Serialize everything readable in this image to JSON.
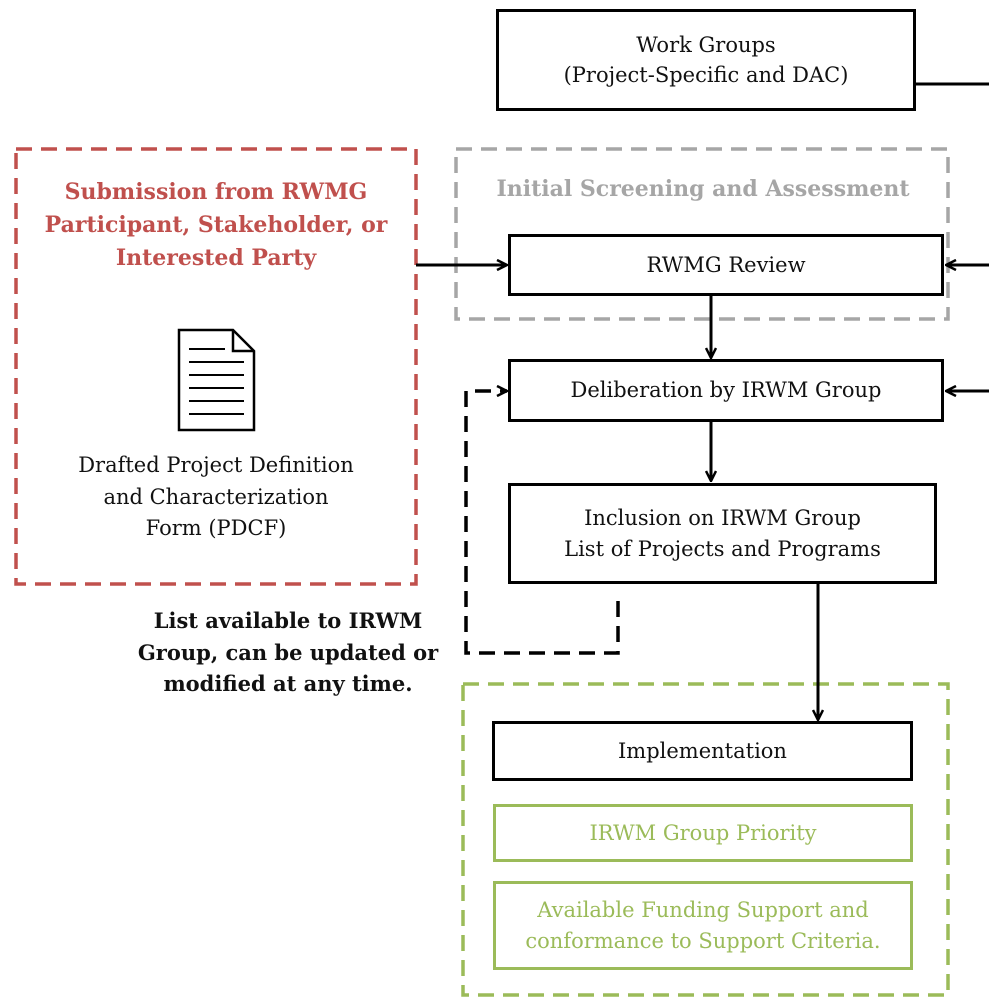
{
  "boxes": {
    "work_groups_line1": "Work Groups",
    "work_groups_line2": "(Project-Specific and DAC)",
    "rwmg_review": "RWMG Review",
    "deliberation": "Deliberation by IRWM Group",
    "inclusion_line1": "Inclusion on IRWM Group",
    "inclusion_line2": "List of Projects and Programs",
    "implementation": "Implementation",
    "priority": "IRWM Group Priority",
    "funding_line1": "Available Funding Support and",
    "funding_line2": "conformance to Support Criteria."
  },
  "regions": {
    "submission_title_line1": "Submission from RWMG",
    "submission_title_line2": "Participant, Stakeholder, or",
    "submission_title_line3": "Interested Party",
    "screening_title": "Initial Screening and Assessment"
  },
  "document": {
    "icon": "document-icon",
    "caption_line1": "Drafted Project Definition",
    "caption_line2": "and Characterization",
    "caption_line3": "Form (PDCF)"
  },
  "note": {
    "line1": "List available to IRWM",
    "line2": "Group, can be updated or",
    "line3": "modified at any time."
  },
  "colors": {
    "submission_red": "#c0504d",
    "screening_gray": "#a6a6a6",
    "implementation_green": "#9bbb59",
    "line_black": "#000000"
  }
}
